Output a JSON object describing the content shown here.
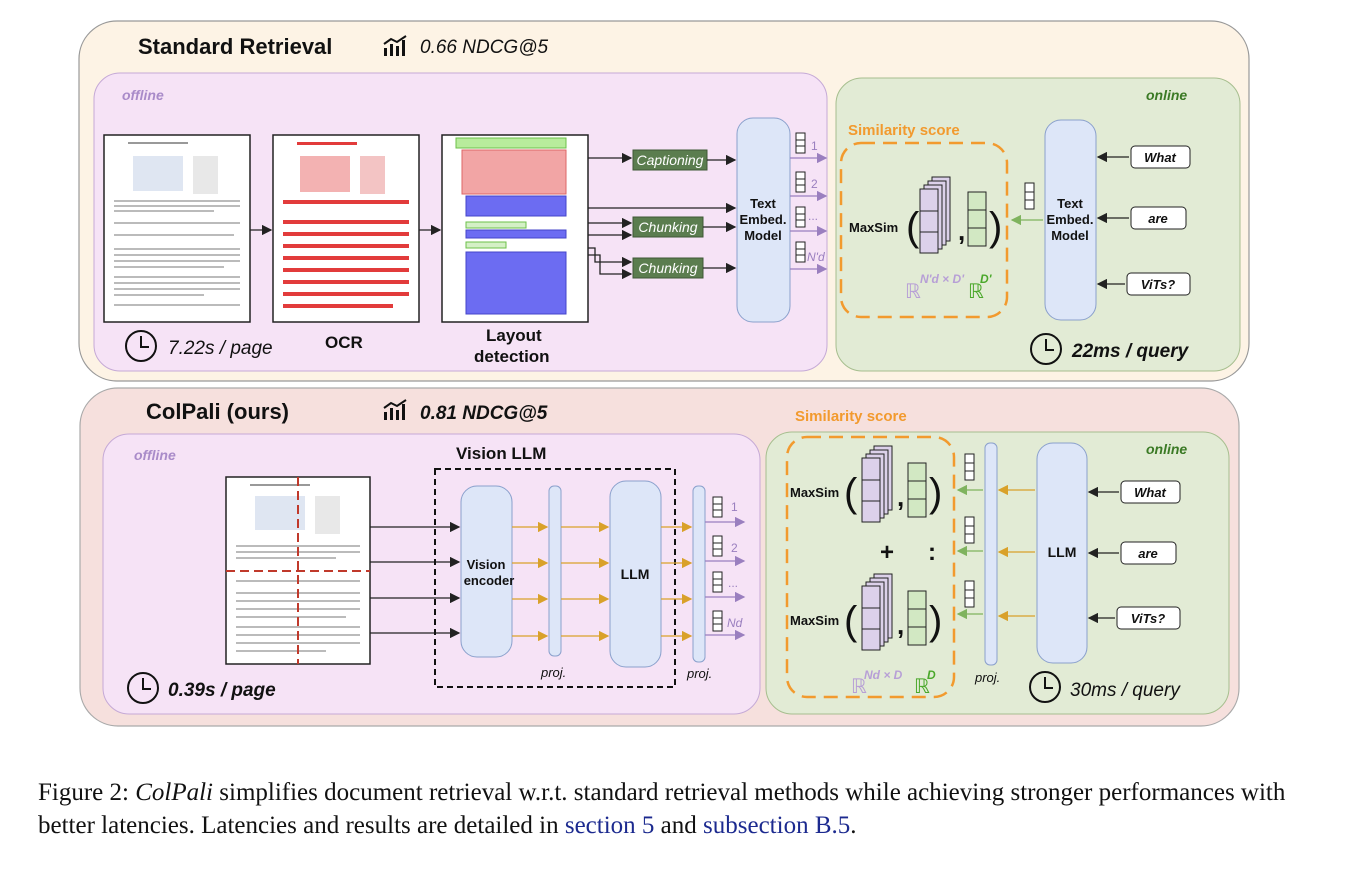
{
  "top": {
    "title": "Standard Retrieval",
    "score": "0.66 NDCG@5",
    "offline_label": "offline",
    "online_label": "online",
    "ocr_label": "OCR",
    "layout_label_1": "Layout",
    "layout_label_2": "detection",
    "captioning": "Captioning",
    "chunking": "Chunking",
    "embed_model": [
      "Text",
      "Embed.",
      "Model"
    ],
    "similarity_title": "Similarity score",
    "maxsim": "MaxSim",
    "dim_doc": "N'd × D'",
    "dim_query": "D'",
    "vec_labels": [
      "1",
      "2",
      "...",
      "N'd"
    ],
    "query_words": [
      "What",
      "are",
      "ViTs?"
    ],
    "latency_offline": "7.22s / page",
    "latency_online": "22ms / query"
  },
  "bottom": {
    "title": "ColPali (ours)",
    "score": "0.81 NDCG@5",
    "offline_label": "offline",
    "online_label": "online",
    "vision_llm": "Vision LLM",
    "vision_encoder": [
      "Vision",
      "encoder"
    ],
    "llm": "LLM",
    "proj": "proj.",
    "similarity_title": "Similarity score",
    "maxsim": "MaxSim",
    "plus": "+",
    "dots": ":",
    "dim_doc": "Nd × D",
    "dim_query": "D",
    "vec_labels": [
      "1",
      "2",
      "...",
      "Nd"
    ],
    "query_words": [
      "What",
      "are",
      "ViTs?"
    ],
    "latency_offline": "0.39s / page",
    "latency_online": "30ms / query"
  },
  "caption": {
    "prefix": "Figure 2: ",
    "italic": "ColPali",
    "text": " simplifies document retrieval w.r.t. standard retrieval methods while achieving stronger performances with better latencies. Latencies and results are detailed in ",
    "link1": "section 5",
    "and": " and ",
    "link2": "subsection B.5",
    "end": "."
  },
  "colors": {
    "top_panel": "#fdf3e5",
    "bottom_panel": "#f6e0dd",
    "offline_box": "#f6e3f6",
    "online_box": "#e2ebd5",
    "embed_box": "#dde6f8",
    "chunk_green": "#5b7d4f",
    "orange": "#f29a2e",
    "purple_arrow": "#9a7fbf",
    "green_arrow": "#7fb35e",
    "gold_arrow": "#d9a12a",
    "red_text": "#e23b3b",
    "blue_text": "#5a55e0"
  }
}
